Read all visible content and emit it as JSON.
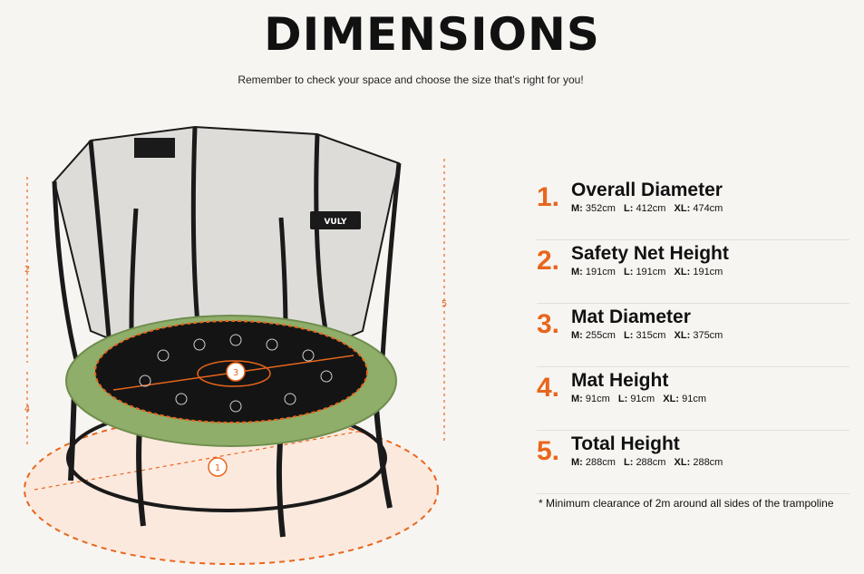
{
  "title": "DIMENSIONS",
  "subtitle": "Remember to check your space and choose the size that’s right for you!",
  "brand": "VULY",
  "diagram_labels": {
    "one": "1",
    "two": "2",
    "three": "3",
    "four": "4",
    "five": "5"
  },
  "specs": [
    {
      "number": "1.",
      "name": "Overall Diameter",
      "m_label": "M:",
      "m_value": "352cm",
      "l_label": "L:",
      "l_value": "412cm",
      "xl_label": "XL:",
      "xl_value": "474cm"
    },
    {
      "number": "2.",
      "name": "Safety Net Height",
      "m_label": "M:",
      "m_value": "191cm",
      "l_label": "L:",
      "l_value": "191cm",
      "xl_label": "XL:",
      "xl_value": "191cm"
    },
    {
      "number": "3.",
      "name": "Mat Diameter",
      "m_label": "M:",
      "m_value": "255cm",
      "l_label": "L:",
      "l_value": "315cm",
      "xl_label": "XL:",
      "xl_value": "375cm"
    },
    {
      "number": "4.",
      "name": "Mat Height",
      "m_label": "M:",
      "m_value": "91cm",
      "l_label": "L:",
      "l_value": "91cm",
      "xl_label": "XL:",
      "xl_value": "91cm"
    },
    {
      "number": "5.",
      "name": "Total Height",
      "m_label": "M:",
      "m_value": "288cm",
      "l_label": "L:",
      "l_value": "288cm",
      "xl_label": "XL:",
      "xl_value": "288cm"
    }
  ],
  "note": "* Minimum clearance of 2m around all sides of the trampoline",
  "colors": {
    "accent": "#e8661c",
    "pad_green": "#8fae6a",
    "frame": "#1a1a1a",
    "background": "#f7f5f2"
  }
}
